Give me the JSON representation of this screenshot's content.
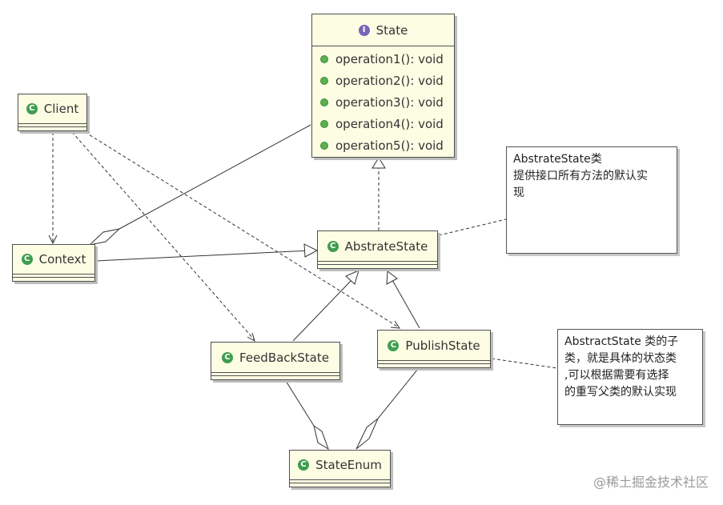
{
  "classes": {
    "state": {
      "name": "State",
      "stereotype": "interface"
    },
    "client": {
      "name": "Client"
    },
    "context": {
      "name": "Context"
    },
    "abstrate_state": {
      "name": "AbstrateState"
    },
    "feedback_state": {
      "name": "FeedBackState"
    },
    "publish_state": {
      "name": "PublishState"
    },
    "state_enum": {
      "name": "StateEnum"
    }
  },
  "operations": [
    "operation1(): void",
    "operation2(): void",
    "operation3(): void",
    "operation4(): void",
    "operation5(): void"
  ],
  "icons": {
    "class_badge": "C",
    "interface_badge": "I"
  },
  "notes": {
    "abstrate_note": "AbstrateState类\n提供接口所有方法的默认实\n现",
    "subclass_note": "AbstractState 类的子\n类，就是具体的状态类\n,可以根据需要有选择\n的重写父类的默认实现"
  },
  "watermark": "@稀土掘金技术社区",
  "colors": {
    "class_fill": "#fdfde4",
    "class_badge": "#3f9d4f",
    "interface_badge": "#7a63b8",
    "operation_dot": "#5bb04e"
  }
}
